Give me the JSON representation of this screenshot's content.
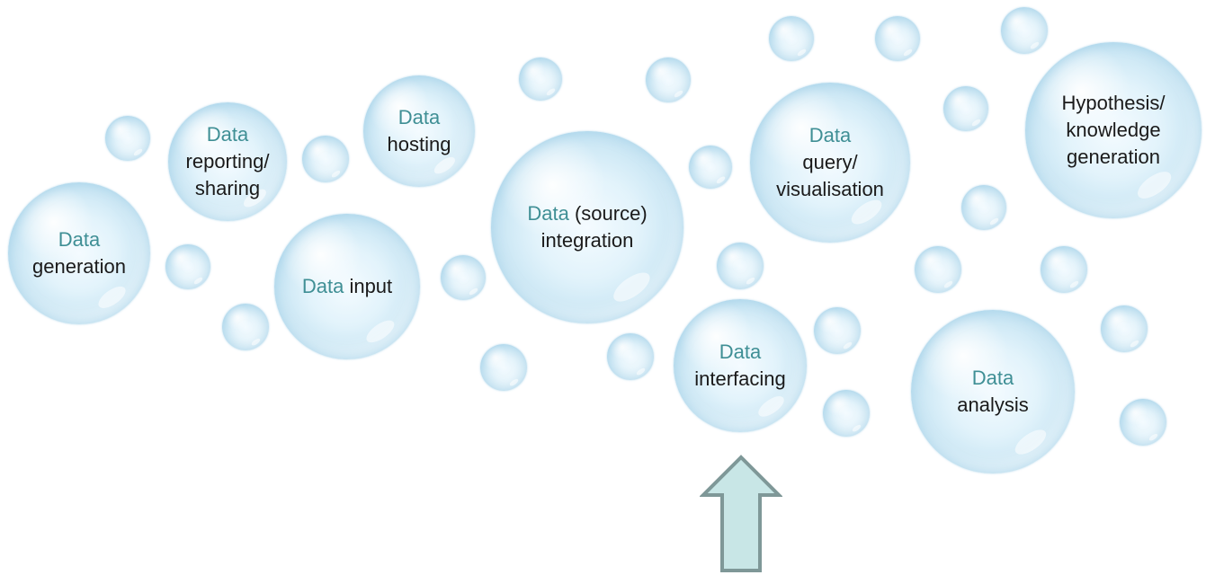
{
  "bubbles": {
    "generation": {
      "hl": "Data",
      "rest": "generation"
    },
    "reporting": {
      "hl": "Data",
      "line2": "reporting/",
      "line3": "sharing"
    },
    "hosting": {
      "hl": "Data",
      "rest": "hosting"
    },
    "input": {
      "hl": "Data",
      "rest": " input"
    },
    "integration": {
      "hl": "Data",
      "rest": " (source)",
      "line2": "integration"
    },
    "interfacing": {
      "hl": "Data",
      "rest": "interfacing"
    },
    "query": {
      "hl": "Data",
      "line2": "query/",
      "line3": "visualisation"
    },
    "analysis": {
      "hl": "Data",
      "rest": "analysis"
    },
    "hypothesis": {
      "line1": "Hypothesis/",
      "line2": "knowledge",
      "line3": "generation"
    }
  },
  "colors": {
    "highlight_text": "#3f8f95",
    "body_text": "#1a1a1a",
    "arrow_fill": "#c8e6e6",
    "arrow_stroke": "#7f9898"
  },
  "icons": {
    "arrow": "up-arrow-icon",
    "bubble": "bubble-icon"
  }
}
